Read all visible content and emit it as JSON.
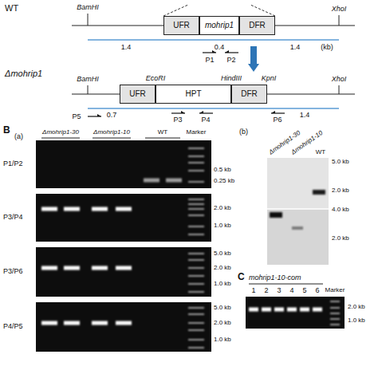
{
  "diagram": {
    "nodes": [
      {
        "text": [
          "UFR"
        ]
      },
      {
        "text": [
          "mohrip1"
        ]
      },
      {
        "text": [
          "DFR"
        ]
      },
      {
        "text": [
          "UFR"
        ]
      },
      {
        "text": [
          "HPT"
        ]
      },
      {
        "text": [
          "DFR"
        ]
      }
    ],
    "labels": [
      "WT",
      "BamHI",
      "XhoI",
      "1.4",
      "0.4",
      "1.4",
      "(kb)",
      "P1",
      "P2",
      "Δmohrip1",
      "BamHI",
      "EcoRI",
      "HindIII",
      "KpnI",
      "XhoI",
      "0.7",
      "1.4",
      "P5",
      "P3",
      "P4",
      "P6",
      "B",
      "(a)",
      "P1/P2",
      "Δmohrip1-30",
      "Δmohrip1-10",
      "WT",
      "Marker",
      "0.5 kb",
      "0.25 kb",
      "P3/P4",
      "2.0 kb",
      "1.0 kb",
      "P3/P6",
      "5.0 kb",
      "2.0 kb",
      "1.0 kb",
      "P4/P5",
      "5.0 kb",
      "2.0 kb",
      "1.0 kb",
      "(b)",
      "Δmohrip1-30",
      "Δmohrip1-10",
      "WT",
      "5.0 kb",
      "2.0 kb",
      "4.0 kb",
      "2.0 kb",
      "C",
      "mohrip1-10-com",
      "1",
      "2",
      "3",
      "4",
      "5",
      "6",
      "Marker",
      "2.0 kb",
      "1.0 kb"
    ]
  }
}
